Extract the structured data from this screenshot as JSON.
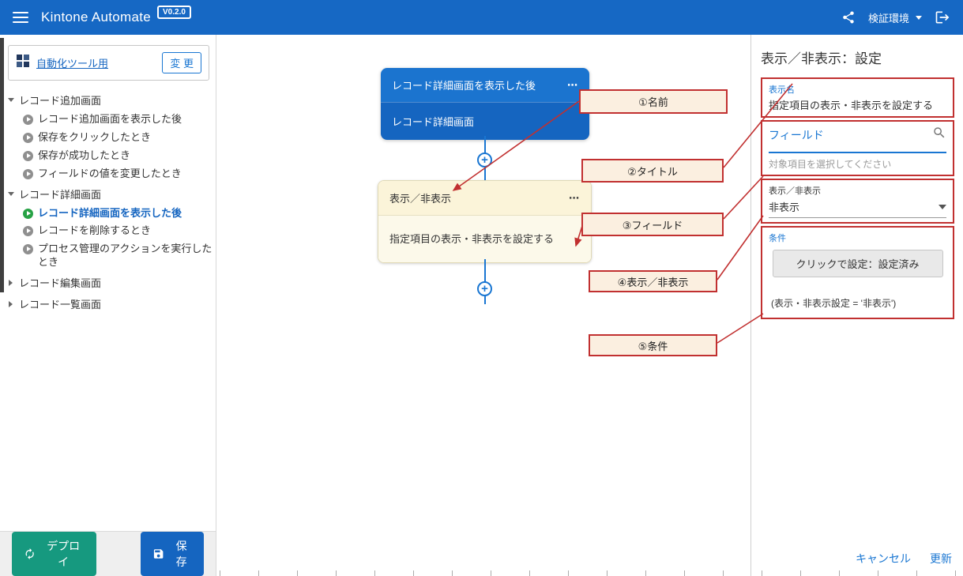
{
  "topbar": {
    "title": "Kintone Automate",
    "version": "V0.2.0",
    "environment": "検証環境"
  },
  "sidebar": {
    "app": {
      "name": "自動化ツール用",
      "change_label": "変 更"
    },
    "tree": [
      {
        "label": "レコード追加画面",
        "expanded": true,
        "children": [
          {
            "label": "レコード追加画面を表示した後"
          },
          {
            "label": "保存をクリックしたとき"
          },
          {
            "label": "保存が成功したとき"
          },
          {
            "label": "フィールドの値を変更したとき"
          }
        ]
      },
      {
        "label": "レコード詳細画面",
        "expanded": true,
        "children": [
          {
            "label": "レコード詳細画面を表示した後",
            "active": true
          },
          {
            "label": "レコードを削除するとき"
          },
          {
            "label": "プロセス管理のアクションを実行したとき"
          }
        ]
      },
      {
        "label": "レコード編集画面",
        "expanded": false,
        "children": []
      },
      {
        "label": "レコード一覧画面",
        "expanded": false,
        "children": []
      }
    ],
    "deploy_label": "デプロイ",
    "save_label": "保存"
  },
  "canvas": {
    "trigger_node": {
      "title": "レコード詳細画面を表示した後",
      "body": "レコード詳細画面",
      "menu": "⋯"
    },
    "action_node": {
      "title": "表示／非表示",
      "body": "指定項目の表示・非表示を設定する",
      "menu": "⋯"
    },
    "callouts": [
      {
        "label": "①名前"
      },
      {
        "label": "②タイトル"
      },
      {
        "label": "③フィールド"
      },
      {
        "label": "④表示／非表示"
      },
      {
        "label": "⑤条件"
      }
    ]
  },
  "panel": {
    "title": "表示／非表示：設定",
    "display_name": {
      "label": "表示名",
      "value": "指定項目の表示・非表示を設定する"
    },
    "field": {
      "label": "フィールド",
      "helper": "対象項目を選択してください"
    },
    "visibility": {
      "label": "表示／非表示",
      "value": "非表示"
    },
    "condition": {
      "label": "条件",
      "button": "クリックで設定：設定済み",
      "expression": "(表示・非表示設定 = '非表示')"
    },
    "cancel_label": "キャンセル",
    "update_label": "更新"
  },
  "colors": {
    "topbar_blue": "#1668C4",
    "accent_blue": "#1976D2",
    "annotation_red": "#C13030",
    "node_yellow": "#FCF9EA",
    "deploy_teal": "#16997F",
    "active_green": "#27A245"
  }
}
